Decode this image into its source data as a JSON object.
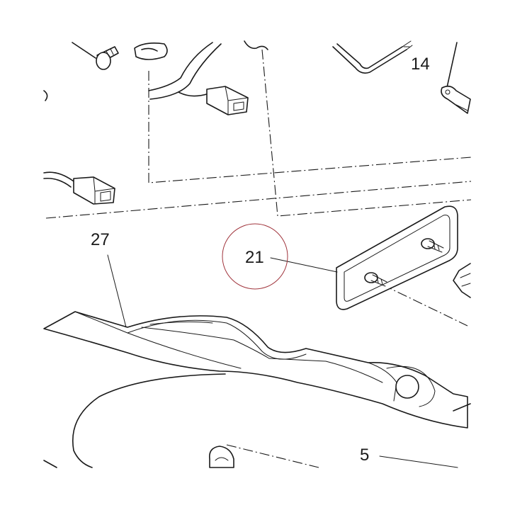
{
  "callouts": {
    "part_14": "14",
    "part_21": "21",
    "part_27": "27",
    "part_5": "5"
  },
  "highlight": {
    "target": "21",
    "color": "#a0343c"
  },
  "colors": {
    "line": "#1a1a1a",
    "background": "#ffffff"
  }
}
